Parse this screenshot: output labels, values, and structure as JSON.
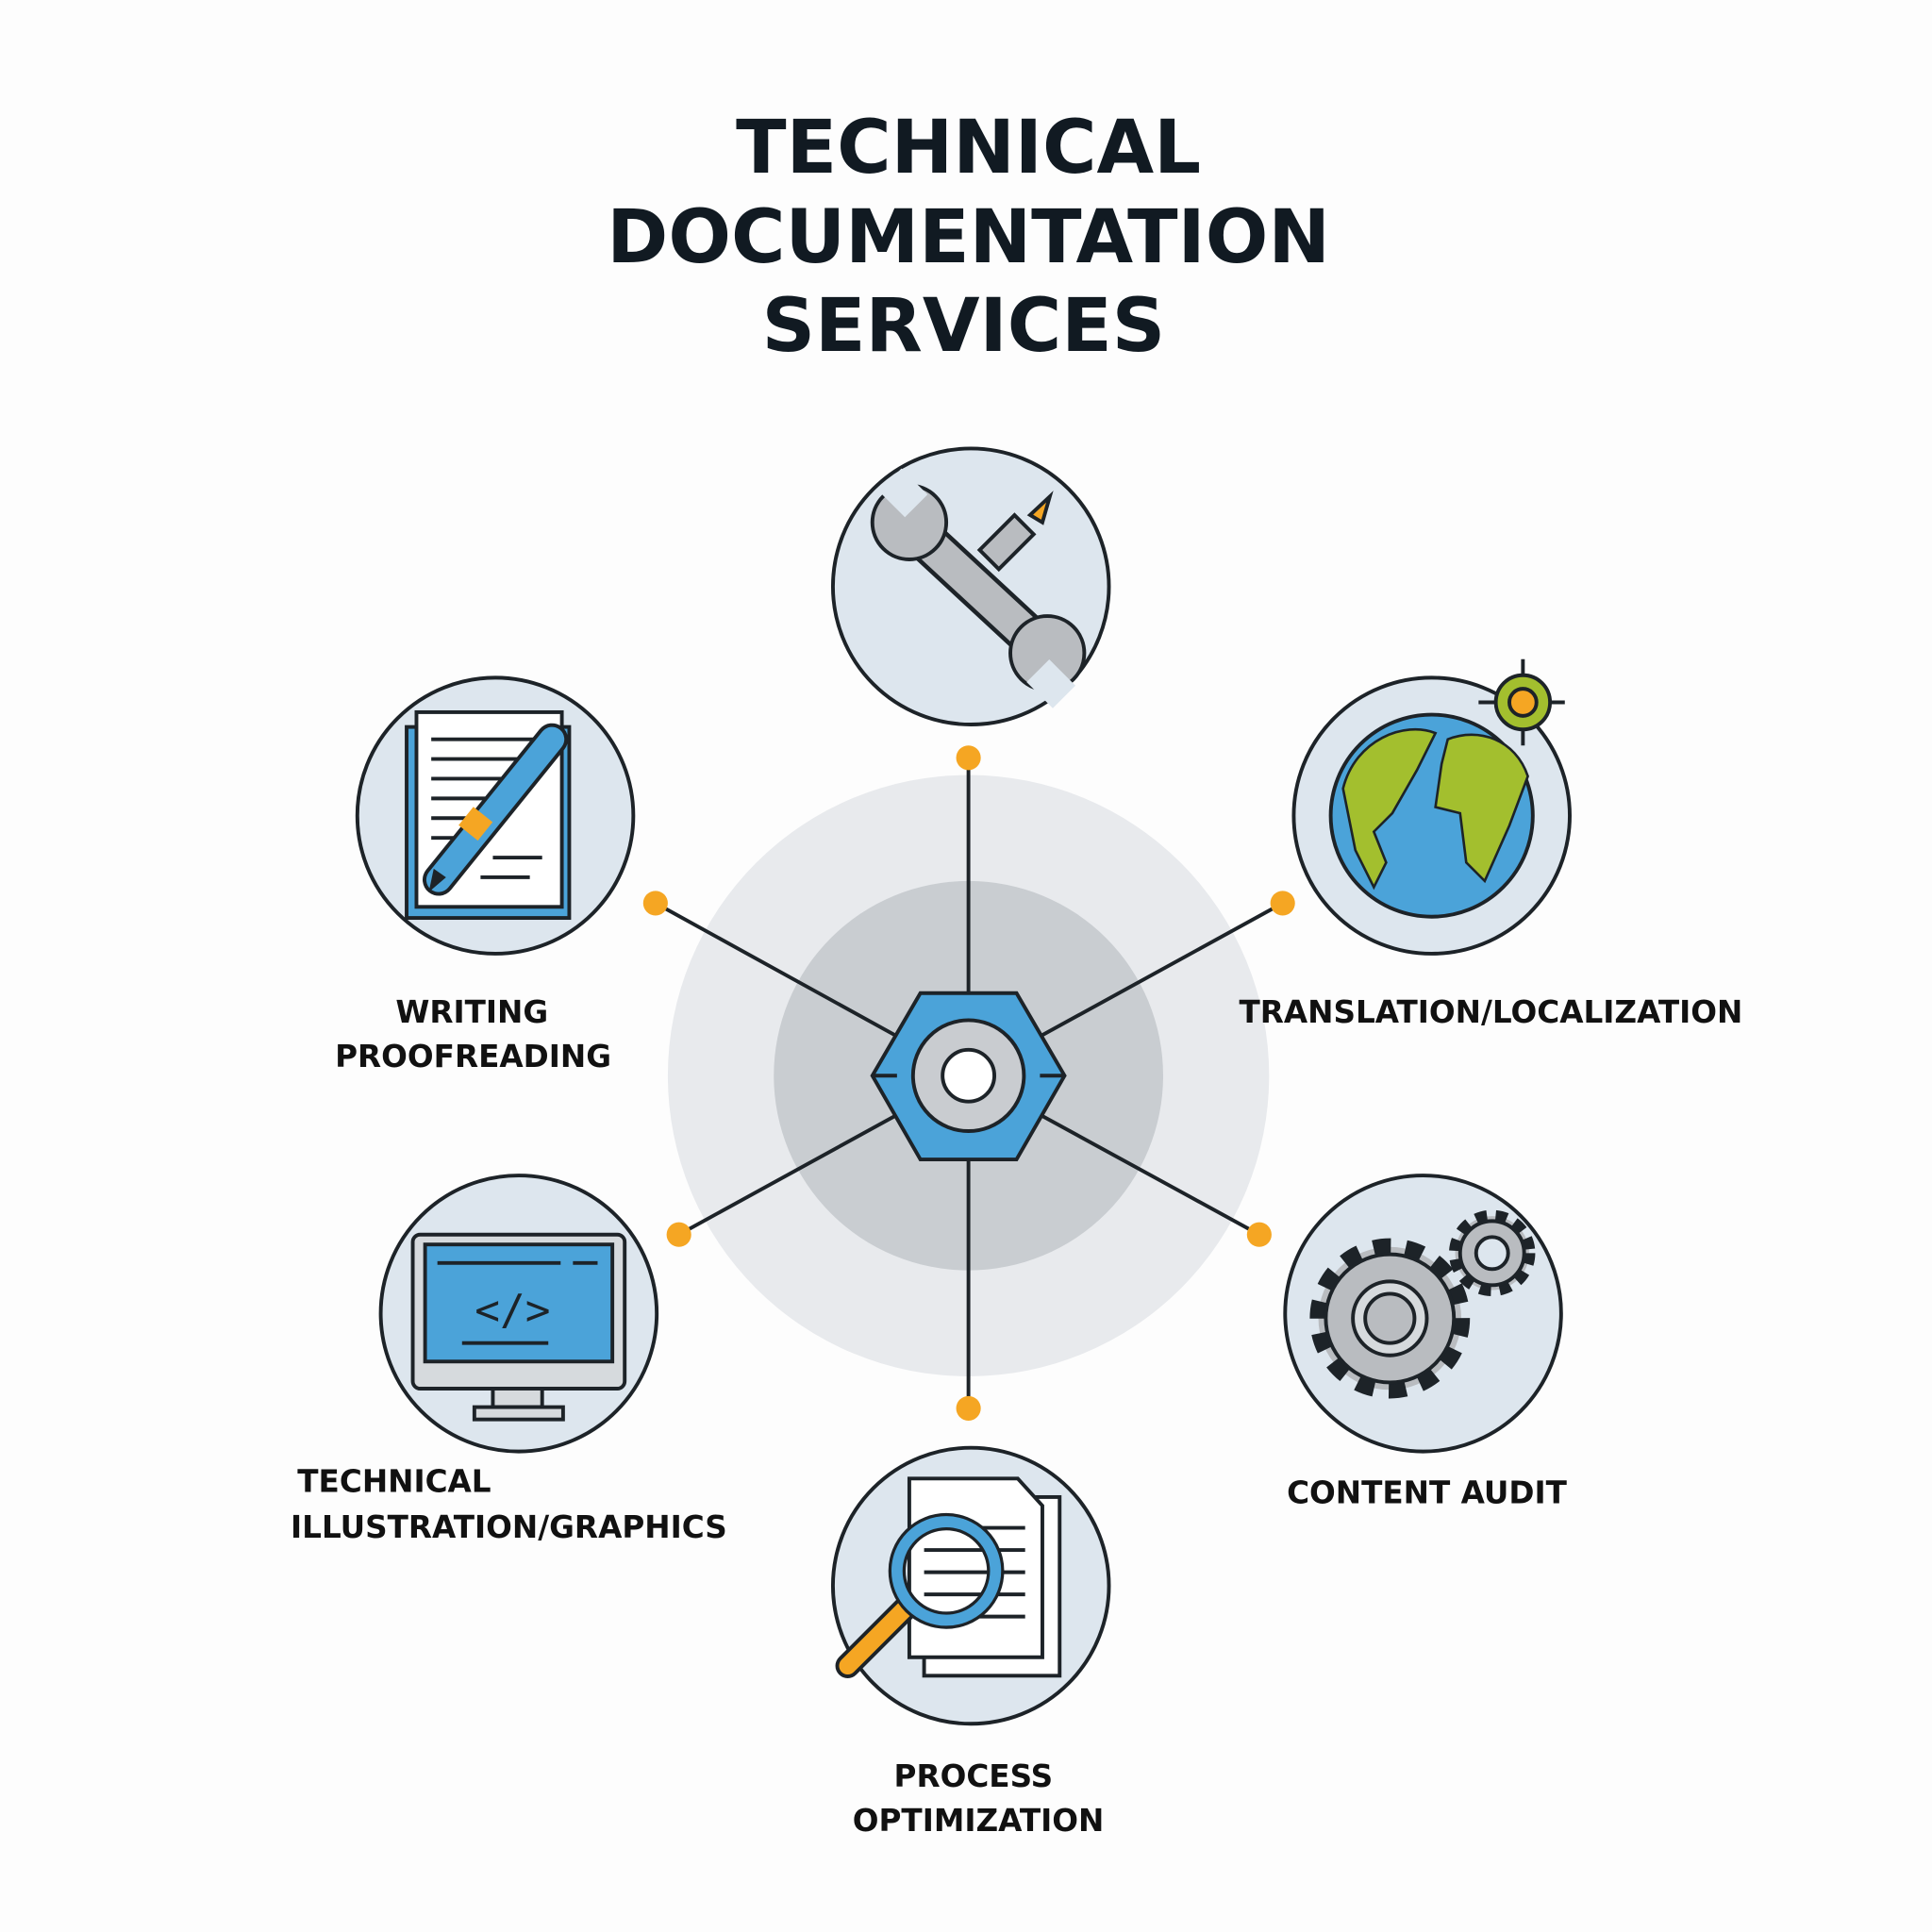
{
  "title": {
    "line1": "TECHNICAL",
    "line2": "DOCUMENTATION",
    "line3": "SERVICES"
  },
  "services": {
    "writing": {
      "line1": "WRITING",
      "line2": "PROOFREADING",
      "icon": "document-pen-icon"
    },
    "translation": {
      "line1": "TRANSLATION/LOCALIZATION",
      "icon": "globe-icon"
    },
    "illustration": {
      "line1": "TECHNICAL",
      "line2": "ILLUSTRATION/GRAPHICS",
      "icon": "monitor-code-icon"
    },
    "audit": {
      "line1": "CONTENT AUDIT",
      "icon": "gears-icon"
    },
    "process": {
      "line1": "PROCESS",
      "line2": "OPTIMIZATION",
      "icon": "magnifier-document-icon"
    },
    "tools": {
      "icon": "wrench-pen-icon"
    }
  },
  "colors": {
    "accent": "#f5a623",
    "blue": "#4ba3d9",
    "green": "#a3bf2e",
    "ring_outer": "#e8eaed",
    "ring_inner": "#c9cdd1"
  }
}
